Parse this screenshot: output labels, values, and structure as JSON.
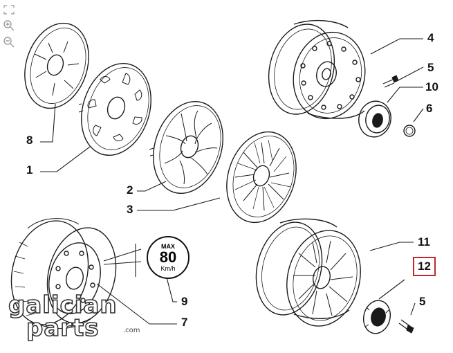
{
  "toolbar": {
    "fit_icon": "fit-to-screen-icon",
    "zoom_in_icon": "zoom-in-icon",
    "zoom_out_icon": "zoom-out-icon"
  },
  "callouts": {
    "c1": "1",
    "c2": "2",
    "c3": "3",
    "c4": "4",
    "c5a": "5",
    "c5b": "5",
    "c6": "6",
    "c7": "7",
    "c8": "8",
    "c9": "9",
    "c10": "10",
    "c11": "11",
    "c12": "12"
  },
  "speed_label": {
    "top": "MAX",
    "value": "80",
    "unit": "Km/h"
  },
  "watermark": {
    "line1": "galician",
    "line2": "parts",
    "suffix": ".com"
  },
  "colors": {
    "highlight": "#c0282d",
    "ink": "#1a1a1a"
  }
}
